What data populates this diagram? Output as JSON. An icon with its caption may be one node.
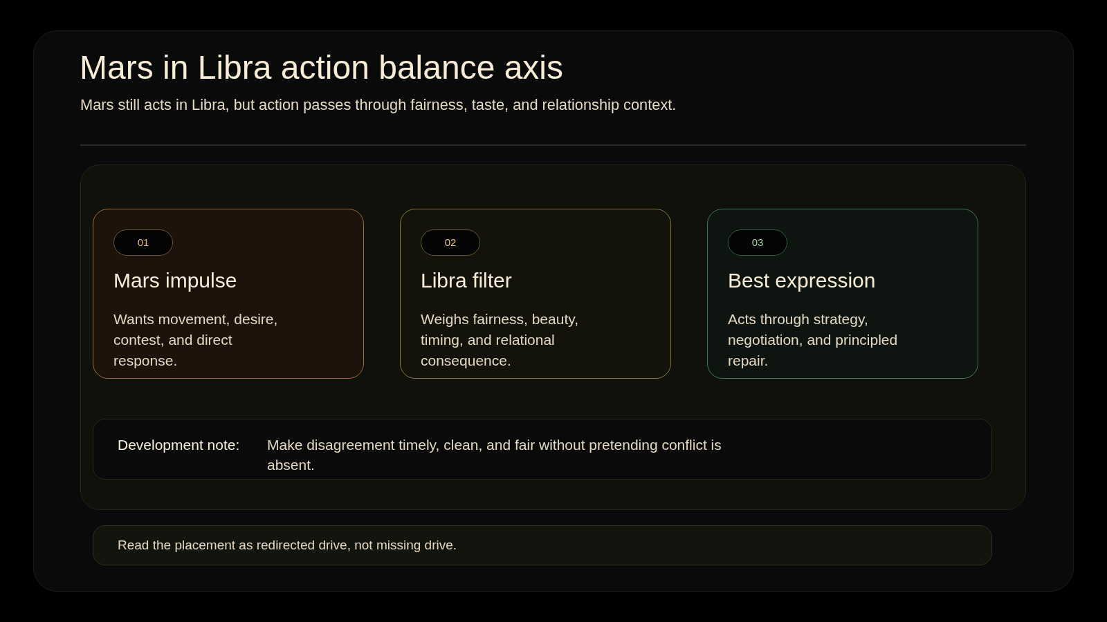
{
  "diagram": {
    "title": "Mars in Libra action balance axis",
    "nodes": [
      {
        "text": [],
        "shape": "box"
      },
      {
        "text": [
          "Mars impulse",
          "Wants movement, desire, contest, and direct response."
        ],
        "in": 0
      },
      {
        "text": [
          "01"
        ],
        "in": 1
      },
      {
        "text": [
          "Libra filter",
          "Weighs fairness, beauty, timing, and relational consequence."
        ],
        "in": 0
      },
      {
        "text": [
          "02"
        ],
        "in": 3
      },
      {
        "text": [
          "Best expression",
          "Acts through strategy, negotiation, and principled repair."
        ],
        "in": 0
      },
      {
        "text": [
          "03"
        ],
        "in": 5
      },
      {
        "text": [
          "Development note:",
          "Make disagreement timely, clean, and fair without pretending conflict is absent."
        ],
        "in": 0
      },
      {
        "text": [
          "Read the placement as redirected drive, not missing drive."
        ]
      }
    ],
    "labels": [
      "Mars still acts in Libra, but action passes through fairness, taste, and relationship context."
    ]
  }
}
